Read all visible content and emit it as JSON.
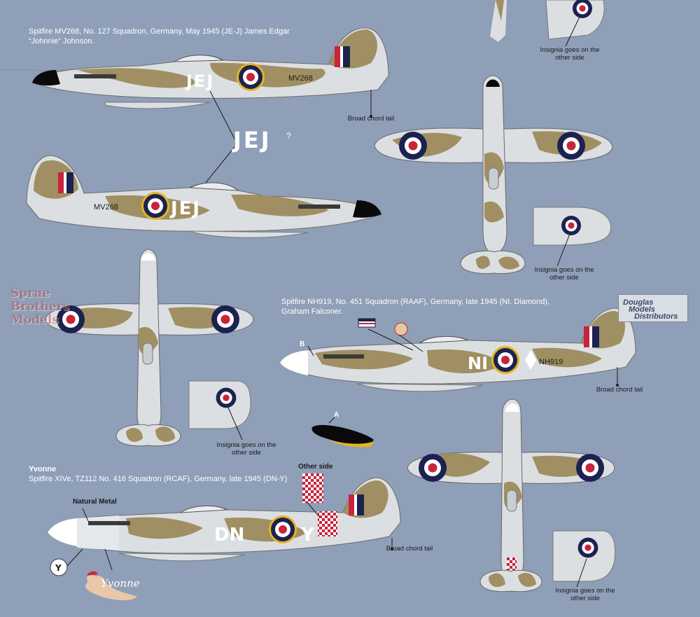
{
  "captions": {
    "mv268_line1": "Spitfire MV268, No. 127 Squadron, Germany, May 1945 (JE-J) James Edgar",
    "mv268_line2": "“Johnnie” Johnson.",
    "nh919_line1": "Spitfire NH919, No. 451 Squadron (RAAF), Germany, late 1945 (NI. Diamond),",
    "nh919_line2": "Graham Falconer.",
    "tz112_name": "Yvonne",
    "tz112_line": "Spitfire XIVe, TZ112 No. 416 Squadron (RCAF), Germany, late 1945 (DN-Y)"
  },
  "codes": {
    "jej_upper": "JEJ",
    "jej_lower": "JEJ",
    "jej_callout": "JEJ",
    "jej_callout_query": "?",
    "serial_mv268_upper": "MV268",
    "serial_mv268_lower": "MV268",
    "ni": "NI",
    "serial_nh919": "NH919",
    "dn": "DN",
    "y": "Y",
    "y_small": "Y"
  },
  "notes": {
    "insignia_1": "Insignia goes on the other side",
    "insignia_2": "Insignia goes on the other side",
    "insignia_3": "Insignia goes on the other side",
    "insignia_4": "Insignia goes on the other side",
    "broad_chord_1": "Broad chord tail",
    "broad_chord_2": "Broad chord tail",
    "broad_chord_3": "Broad chord tail",
    "natural_metal": "Natural Metal",
    "other_side": "Other side",
    "label_a": "A",
    "label_b": "B",
    "nose_art_script": "Yvonne"
  },
  "watermarks": {
    "sprue_1": "Sprue",
    "sprue_2": "Brothers",
    "sprue_3": "Models",
    "dmd_1": "Douglas",
    "dmd_2": "Models",
    "dmd_3": "Distributors"
  },
  "colors": {
    "background": "#8f9fb8",
    "camo_light": "#dcdfe2",
    "camo_dark": "#a08f62",
    "roundel_blue": "#1c2250",
    "roundel_red": "#c8243a",
    "roundel_yellow": "#e3b520",
    "fin_red": "#c8243a",
    "fin_blue": "#1c2250"
  }
}
